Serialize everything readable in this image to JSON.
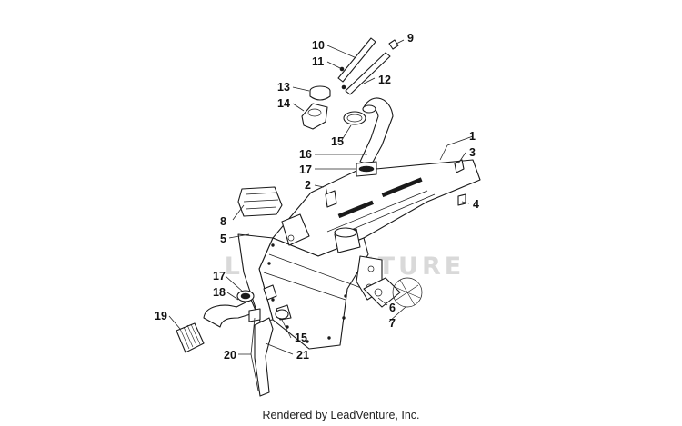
{
  "diagram": {
    "callouts": [
      "1",
      "2",
      "3",
      "4",
      "5",
      "6",
      "7",
      "8",
      "9",
      "10",
      "11",
      "12",
      "13",
      "14",
      "15",
      "15",
      "16",
      "17",
      "17",
      "18",
      "19",
      "20",
      "21"
    ]
  },
  "watermark": {
    "text": "LEADVENTURE"
  },
  "footer": {
    "credit": "Rendered by LeadVenture, Inc."
  }
}
